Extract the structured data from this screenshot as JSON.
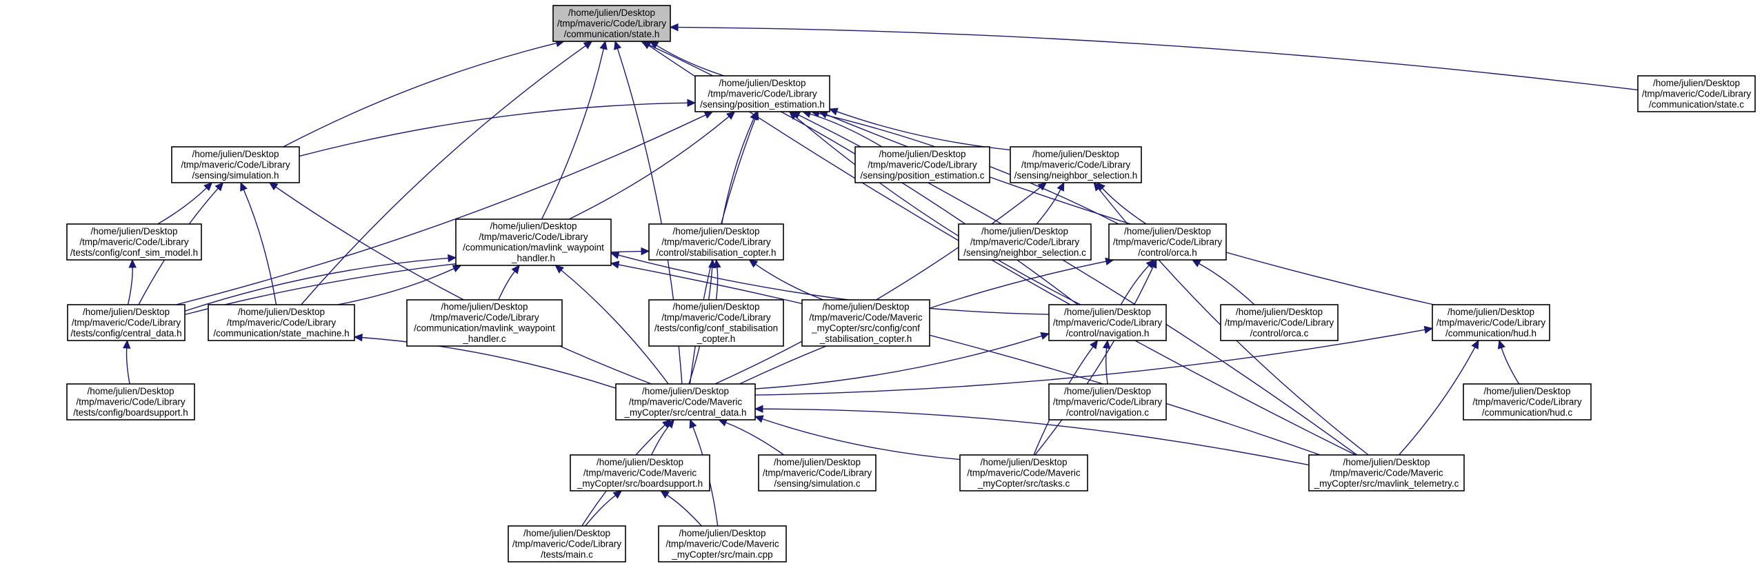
{
  "graph": {
    "edge_color": "#191970",
    "root_fill": "#bfbfbf",
    "nodes": [
      {
        "id": "state_h",
        "root": true,
        "lines": [
          "/home/julien/Desktop",
          "/tmp/maveric/Code/Library",
          "/communication/state.h"
        ]
      },
      {
        "id": "position_estimation_h",
        "lines": [
          "/home/julien/Desktop",
          "/tmp/maveric/Code/Library",
          "/sensing/position_estimation.h"
        ]
      },
      {
        "id": "state_c",
        "lines": [
          "/home/julien/Desktop",
          "/tmp/maveric/Code/Library",
          "/communication/state.c"
        ]
      },
      {
        "id": "simulation_h",
        "lines": [
          "/home/julien/Desktop",
          "/tmp/maveric/Code/Library",
          "/sensing/simulation.h"
        ]
      },
      {
        "id": "position_estimation_c",
        "lines": [
          "/home/julien/Desktop",
          "/tmp/maveric/Code/Library",
          "/sensing/position_estimation.c"
        ]
      },
      {
        "id": "neighbor_selection_h",
        "lines": [
          "/home/julien/Desktop",
          "/tmp/maveric/Code/Library",
          "/sensing/neighbor_selection.h"
        ]
      },
      {
        "id": "conf_sim_model_h",
        "lines": [
          "/home/julien/Desktop",
          "/tmp/maveric/Code/Library",
          "/tests/config/conf_sim_model.h"
        ]
      },
      {
        "id": "mavlink_waypoint_handler_h",
        "lines": [
          "/home/julien/Desktop",
          "/tmp/maveric/Code/Library",
          "/communication/mavlink_waypoint",
          "_handler.h"
        ]
      },
      {
        "id": "stabilisation_copter_h",
        "lines": [
          "/home/julien/Desktop",
          "/tmp/maveric/Code/Library",
          "/control/stabilisation_copter.h"
        ]
      },
      {
        "id": "neighbor_selection_c",
        "lines": [
          "/home/julien/Desktop",
          "/tmp/maveric/Code/Library",
          "/sensing/neighbor_selection.c"
        ]
      },
      {
        "id": "orca_h",
        "lines": [
          "/home/julien/Desktop",
          "/tmp/maveric/Code/Library",
          "/control/orca.h"
        ]
      },
      {
        "id": "tests_central_data_h",
        "lines": [
          "/home/julien/Desktop",
          "/tmp/maveric/Code/Library",
          "/tests/config/central_data.h"
        ]
      },
      {
        "id": "state_machine_h",
        "lines": [
          "/home/julien/Desktop",
          "/tmp/maveric/Code/Library",
          "/communication/state_machine.h"
        ]
      },
      {
        "id": "mavlink_waypoint_handler_c",
        "lines": [
          "/home/julien/Desktop",
          "/tmp/maveric/Code/Library",
          "/communication/mavlink_waypoint",
          "_handler.c"
        ]
      },
      {
        "id": "tests_conf_stabilisation_copter_h",
        "lines": [
          "/home/julien/Desktop",
          "/tmp/maveric/Code/Library",
          "/tests/config/conf_stabilisation",
          "_copter.h"
        ]
      },
      {
        "id": "src_conf_stabilisation_copter_h",
        "lines": [
          "/home/julien/Desktop",
          "/tmp/maveric/Code/Maveric",
          "_myCopter/src/config/conf",
          "_stabilisation_copter.h"
        ]
      },
      {
        "id": "navigation_h",
        "lines": [
          "/home/julien/Desktop",
          "/tmp/maveric/Code/Library",
          "/control/navigation.h"
        ]
      },
      {
        "id": "orca_c",
        "lines": [
          "/home/julien/Desktop",
          "/tmp/maveric/Code/Library",
          "/control/orca.c"
        ]
      },
      {
        "id": "hud_h",
        "lines": [
          "/home/julien/Desktop",
          "/tmp/maveric/Code/Library",
          "/communication/hud.h"
        ]
      },
      {
        "id": "boardsupport_h_tests",
        "lines": [
          "/home/julien/Desktop",
          "/tmp/maveric/Code/Library",
          "/tests/config/boardsupport.h"
        ]
      },
      {
        "id": "central_data_h",
        "lines": [
          "/home/julien/Desktop",
          "/tmp/maveric/Code/Maveric",
          "_myCopter/src/central_data.h"
        ]
      },
      {
        "id": "navigation_c",
        "lines": [
          "/home/julien/Desktop",
          "/tmp/maveric/Code/Library",
          "/control/navigation.c"
        ]
      },
      {
        "id": "hud_c",
        "lines": [
          "/home/julien/Desktop",
          "/tmp/maveric/Code/Library",
          "/communication/hud.c"
        ]
      },
      {
        "id": "boardsupport_h_src",
        "lines": [
          "/home/julien/Desktop",
          "/tmp/maveric/Code/Maveric",
          "_myCopter/src/boardsupport.h"
        ]
      },
      {
        "id": "simulation_c",
        "lines": [
          "/home/julien/Desktop",
          "/tmp/maveric/Code/Library",
          "/sensing/simulation.c"
        ]
      },
      {
        "id": "tasks_c",
        "lines": [
          "/home/julien/Desktop",
          "/tmp/maveric/Code/Maveric",
          "_myCopter/src/tasks.c"
        ]
      },
      {
        "id": "mavlink_telemetry_c",
        "lines": [
          "/home/julien/Desktop",
          "/tmp/maveric/Code/Maveric",
          "_myCopter/src/mavlink_telemetry.c"
        ]
      },
      {
        "id": "tests_main_c",
        "lines": [
          "/home/julien/Desktop",
          "/tmp/maveric/Code/Library",
          "/tests/main.c"
        ]
      },
      {
        "id": "main_cpp",
        "lines": [
          "/home/julien/Desktop",
          "/tmp/maveric/Code/Maveric",
          "_myCopter/src/main.cpp"
        ]
      }
    ],
    "edges": [
      [
        "position_estimation_h",
        "state_h"
      ],
      [
        "state_c",
        "state_h"
      ],
      [
        "simulation_h",
        "state_h"
      ],
      [
        "mavlink_waypoint_handler_h",
        "state_h"
      ],
      [
        "state_machine_h",
        "state_h"
      ],
      [
        "navigation_h",
        "state_h"
      ],
      [
        "mavlink_telemetry_c",
        "state_h"
      ],
      [
        "central_data_h",
        "state_h"
      ],
      [
        "simulation_h",
        "position_estimation_h"
      ],
      [
        "position_estimation_c",
        "position_estimation_h"
      ],
      [
        "neighbor_selection_h",
        "position_estimation_h"
      ],
      [
        "mavlink_waypoint_handler_h",
        "position_estimation_h"
      ],
      [
        "stabilisation_copter_h",
        "position_estimation_h"
      ],
      [
        "tests_central_data_h",
        "position_estimation_h"
      ],
      [
        "navigation_h",
        "position_estimation_h"
      ],
      [
        "orca_h",
        "position_estimation_h"
      ],
      [
        "hud_h",
        "position_estimation_h"
      ],
      [
        "mavlink_telemetry_c",
        "position_estimation_h"
      ],
      [
        "central_data_h",
        "position_estimation_h"
      ],
      [
        "conf_sim_model_h",
        "simulation_h"
      ],
      [
        "tests_central_data_h",
        "simulation_h"
      ],
      [
        "state_machine_h",
        "simulation_h"
      ],
      [
        "central_data_h",
        "simulation_h"
      ],
      [
        "neighbor_selection_c",
        "neighbor_selection_h"
      ],
      [
        "orca_h",
        "neighbor_selection_h"
      ],
      [
        "central_data_h",
        "neighbor_selection_h"
      ],
      [
        "mavlink_telemetry_c",
        "neighbor_selection_h"
      ],
      [
        "tests_central_data_h",
        "conf_sim_model_h"
      ],
      [
        "tests_central_data_h",
        "mavlink_waypoint_handler_h"
      ],
      [
        "state_machine_h",
        "mavlink_waypoint_handler_h"
      ],
      [
        "mavlink_waypoint_handler_c",
        "mavlink_waypoint_handler_h"
      ],
      [
        "central_data_h",
        "mavlink_waypoint_handler_h"
      ],
      [
        "navigation_h",
        "mavlink_waypoint_handler_h"
      ],
      [
        "mavlink_telemetry_c",
        "mavlink_waypoint_handler_h"
      ],
      [
        "tests_central_data_h",
        "stabilisation_copter_h"
      ],
      [
        "tests_conf_stabilisation_copter_h",
        "stabilisation_copter_h"
      ],
      [
        "src_conf_stabilisation_copter_h",
        "stabilisation_copter_h"
      ],
      [
        "central_data_h",
        "stabilisation_copter_h"
      ],
      [
        "navigation_h",
        "orca_h"
      ],
      [
        "orca_c",
        "orca_h"
      ],
      [
        "central_data_h",
        "orca_h"
      ],
      [
        "tasks_c",
        "orca_h"
      ],
      [
        "boardsupport_h_tests",
        "tests_central_data_h"
      ],
      [
        "central_data_h",
        "state_machine_h"
      ],
      [
        "navigation_c",
        "navigation_h"
      ],
      [
        "central_data_h",
        "navigation_h"
      ],
      [
        "tasks_c",
        "navigation_h"
      ],
      [
        "central_data_h",
        "hud_h"
      ],
      [
        "hud_c",
        "hud_h"
      ],
      [
        "mavlink_telemetry_c",
        "hud_h"
      ],
      [
        "boardsupport_h_src",
        "central_data_h"
      ],
      [
        "simulation_c",
        "central_data_h"
      ],
      [
        "tasks_c",
        "central_data_h"
      ],
      [
        "mavlink_telemetry_c",
        "central_data_h"
      ],
      [
        "tests_main_c",
        "central_data_h"
      ],
      [
        "main_cpp",
        "central_data_h"
      ],
      [
        "tests_main_c",
        "boardsupport_h_src"
      ],
      [
        "main_cpp",
        "boardsupport_h_src"
      ]
    ]
  }
}
